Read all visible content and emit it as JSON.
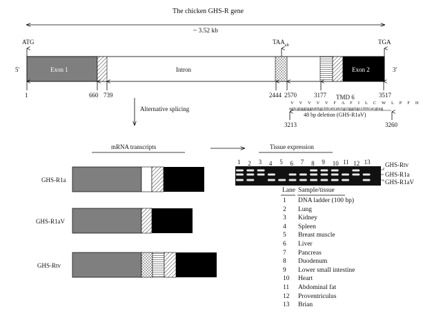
{
  "figure": {
    "title": "The chicken GHS-R gene",
    "gene_length": "~ 3.52 kb",
    "start_codon": "ATG",
    "alt_stop": "TAA",
    "alt_stop_sub": "alt",
    "stop_codon": "TGA",
    "five_prime": "5′",
    "three_prime": "3′",
    "exon1": "Exon 1",
    "intron": "Intron",
    "exon2": "Exon 2",
    "positions": [
      "1",
      "660",
      "739",
      "2444",
      "2570",
      "3177",
      "3517",
      "3213",
      "3260"
    ],
    "tmd_label": "TMD 6",
    "aa_seq": "V V V V V F A F I L C W L P F H V",
    "nt_seq": "agtcgtggtggtatttgctttcatcatctgctggttgccttttcacgtag",
    "deletion_label": "48 bp deletion (GHS-R1aV)",
    "splicing_label": "Alternative splicing",
    "mrna_title": "mRNA transcripts",
    "tissue_title": "Tissue expression",
    "transcripts": [
      "GHS-R1a",
      "GHS-R1aV",
      "GHS-Rtv"
    ],
    "gel_lane_numbers": [
      "1",
      "2",
      "3",
      "4",
      "5",
      "6",
      "7",
      "8",
      "9",
      "10",
      "11",
      "12",
      "13"
    ],
    "gel_band_labels": [
      "GHS-Rtv",
      "GHS-R1a",
      "GHS-R1aV"
    ],
    "legend_headers": {
      "lane": "Lane",
      "tissue": "Sample/tissue"
    },
    "legend": [
      {
        "lane": "1",
        "tissue": "DNA ladder (100 bp)"
      },
      {
        "lane": "2",
        "tissue": "Lung"
      },
      {
        "lane": "3",
        "tissue": "Kidney"
      },
      {
        "lane": "4",
        "tissue": "Spleen"
      },
      {
        "lane": "5",
        "tissue": "Breast muscle"
      },
      {
        "lane": "6",
        "tissue": "Liver"
      },
      {
        "lane": "7",
        "tissue": "Pancreas"
      },
      {
        "lane": "8",
        "tissue": "Duodenum"
      },
      {
        "lane": "9",
        "tissue": "Lower small intestine"
      },
      {
        "lane": "10",
        "tissue": "Heart"
      },
      {
        "lane": "11",
        "tissue": "Abdominal fat"
      },
      {
        "lane": "12",
        "tissue": "Proventriculus"
      },
      {
        "lane": "13",
        "tissue": "Brian"
      }
    ],
    "colors": {
      "exon1": "#7f7f7f",
      "exon2": "#000000",
      "gel": "#111111",
      "band": "#e8e8e8"
    }
  }
}
